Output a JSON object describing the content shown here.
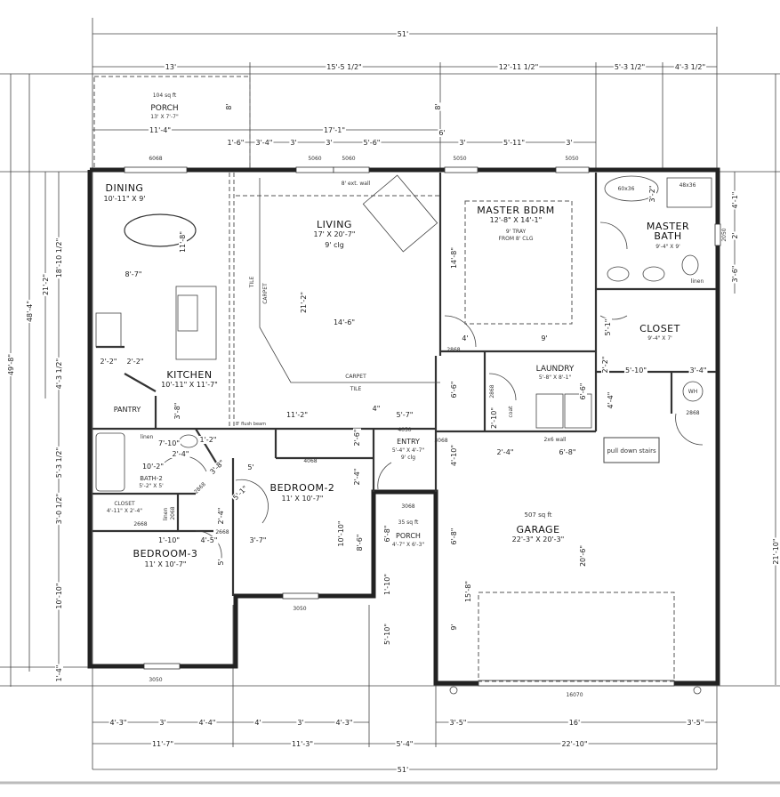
{
  "rooms": {
    "porch_top": {
      "area": "104 sq ft",
      "name": "PORCH",
      "size": "13' X 7'-7\""
    },
    "dining": {
      "name": "DINING",
      "size": "10'-11\" X 9'"
    },
    "living": {
      "name": "LIVING",
      "size": "17' X 20'-7\"",
      "note": "9' clg"
    },
    "master_bdrm": {
      "name": "MASTER BDRM",
      "size": "12'-8\" X 14'-1\"",
      "note1": "9' TRAY",
      "note2": "FROM 8' CLG"
    },
    "master_bath": {
      "name1": "MASTER",
      "name2": "BATH",
      "size": "9'-4\" X 9'"
    },
    "closet_master": {
      "name": "CLOSET",
      "size": "9'-4\" X 7'"
    },
    "kitchen": {
      "name": "KITCHEN",
      "size": "10'-11\" X 11'-7\""
    },
    "pantry": {
      "name": "PANTRY"
    },
    "laundry": {
      "name": "LAUNDRY",
      "size": "5'-8\" X 8'-1\""
    },
    "wh": {
      "name": "WH"
    },
    "entry": {
      "name": "ENTRY",
      "size": "5'-4\" X 4'-7\"",
      "note": "9' clg"
    },
    "bath2": {
      "name": "BATH-2",
      "size": "5'-2\" X 5'"
    },
    "closet_b3": {
      "name": "CLOSET",
      "size": "4'-11\" X 2'-4\""
    },
    "bedroom2": {
      "name": "BEDROOM-2",
      "size": "11' X 10'-7\""
    },
    "bedroom3": {
      "name": "BEDROOM-3",
      "size": "11' X 10'-7\""
    },
    "porch_front": {
      "area": "35 sq ft",
      "name": "PORCH",
      "size": "4'-7\" X 6'-3\""
    },
    "garage": {
      "area": "507 sq ft",
      "name": "GARAGE",
      "size": "22'-3\" X 20'-3\""
    }
  },
  "annotations": {
    "pull_down_stairs": "pull down stairs",
    "wall_2x6": "2x6 wall",
    "ext_wall": "8' ext. wall",
    "flush_beam": "8' flush beam",
    "carpet": "CARPET",
    "tile": "TILE",
    "carpet2": "CARPET",
    "tile2": "TILE",
    "linen1": "linen",
    "linen2": "linen",
    "linen3": "linen",
    "coat": "coat",
    "tub": "60x36",
    "shower": "48x36"
  },
  "windows": [
    "6068",
    "5060",
    "5060",
    "5050",
    "5050",
    "2050",
    "3050",
    "3050",
    "16070",
    "4068",
    "4050",
    "3068",
    "3068",
    "2868",
    "2868",
    "2868",
    "2668",
    "2668",
    "2068",
    "2868"
  ],
  "dimensions": [
    "51'",
    "13'",
    "15'-5 1/2\"",
    "12'-11 1/2\"",
    "5'-3 1/2\"",
    "4'-3 1/2\"",
    "11'-4\"",
    "17'-1\"",
    "1'-6\"",
    "3'-4\"",
    "3'",
    "3'",
    "5'-6\"",
    "3'",
    "5'-11\"",
    "3'",
    "8'",
    "8'",
    "4'-3\"",
    "3'",
    "4'-4\"",
    "4'",
    "3'",
    "4'-3\"",
    "3'-5\"",
    "16'",
    "3'-5\"",
    "11'-7\"",
    "11'-3\"",
    "5'-4\"",
    "22'-10\"",
    "51'",
    "18'-10 1/2\"",
    "21'-2\"",
    "4'-3 1/2\"",
    "5'-3 1/2\"",
    "3'-0 1/2\"",
    "10'-10\"",
    "1'-4\"",
    "48'-4\"",
    "49'-8\"",
    "21'-2\"",
    "14'-6\"",
    "11'-2\"",
    "5'-7\"",
    "4\"",
    "8'-7\"",
    "11'-8\"",
    "14'-8\"",
    "4'",
    "9'",
    "6'-6\"",
    "6'-6\"",
    "5'-10\"",
    "3'-4\"",
    "4'-4\"",
    "2'-4\"",
    "6'-8\"",
    "4'-10\"",
    "6'-8\"",
    "15'-8\"",
    "9'",
    "20'-6\"",
    "10'-10\"",
    "8'-6\"",
    "10'-2\"",
    "3'-7\"",
    "1'-10\"",
    "4'-5\"",
    "5'",
    "2'-4\"",
    "5'-10\"",
    "1'-10\"",
    "6'-8\"",
    "4'-1\"",
    "2'",
    "3'-6\"",
    "21'-10\"",
    "3'-2\"",
    "5'-1\"",
    "2'-2\"",
    "2'-2\"",
    "2'-2\"",
    "2'-10\"",
    "3'-8\"",
    "2'-6\"",
    "2'-4\"",
    "5'",
    "5'-1\"",
    "3'-8\"",
    "1'-2\"",
    "2'-4\"",
    "7'-10\"",
    "6'"
  ]
}
